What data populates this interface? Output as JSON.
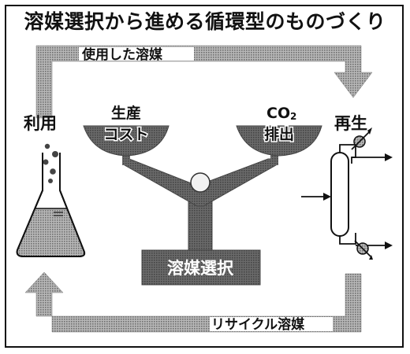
{
  "title": "溶媒選択から進める循環型のものづくり",
  "labels": {
    "used_solvent": "使用した溶媒",
    "recycled_solvent": "リサイクル溶媒",
    "use": "利用",
    "regeneration": "再生",
    "production_cost_line1": "生産",
    "production_cost_line2": "コスト",
    "co2_line1": "CO",
    "co2_subscript": "2",
    "co2_line2": "排出",
    "solvent_selection": "溶媒選択"
  },
  "colors": {
    "halftone_gray": "#8f8f8f",
    "dark_gray": "#5a5a5a",
    "line": "#111111",
    "background": "#ffffff"
  },
  "icons": {
    "flask": "erlenmeyer-flask-icon",
    "column": "distillation-column-icon",
    "balance": "balance-scale-icon",
    "valve": "valve-icon"
  }
}
